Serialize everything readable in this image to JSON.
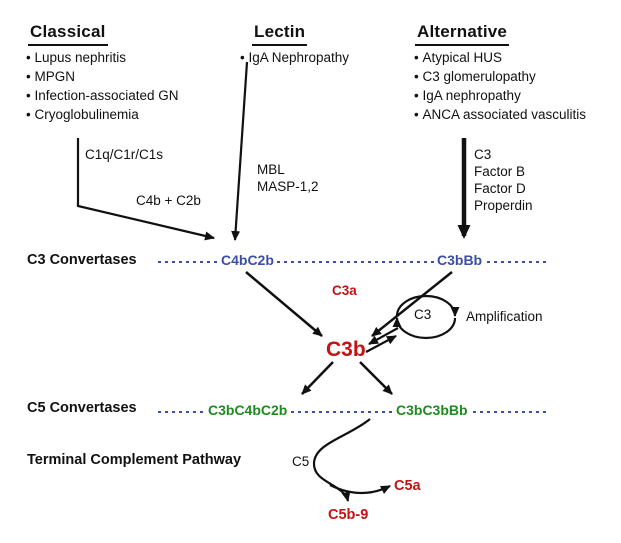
{
  "columns": {
    "classical": {
      "title": "Classical",
      "items": [
        "Lupus nephritis",
        "MPGN",
        "Infection-associated GN",
        "Cryoglobulinemia"
      ],
      "initiator": "C1q/C1r/C1s",
      "product": "C4b + C2b"
    },
    "lectin": {
      "title": "Lectin",
      "items": [
        "IgA Nephropathy"
      ],
      "mediators": [
        "MBL",
        "MASP-1,2"
      ]
    },
    "alternative": {
      "title": "Alternative",
      "items": [
        "Atypical HUS",
        "C3 glomerulopathy",
        "IgA nephropathy",
        "ANCA associated vasculitis"
      ],
      "factors": [
        "C3",
        "Factor B",
        "Factor D",
        "Properdin"
      ]
    }
  },
  "c3_convertases": {
    "label": "C3 Convertases",
    "classical_lectin": "C4bC2b",
    "alternative": "C3bBb"
  },
  "amplification": {
    "c3a": "C3a",
    "c3": "C3",
    "label": "Amplification"
  },
  "central": {
    "c3b": "C3b"
  },
  "c5_convertases": {
    "label": "C5 Convertases",
    "classical_lectin": "C3bC4bC2b",
    "alternative": "C3bC3bBb"
  },
  "terminal": {
    "label": "Terminal Complement Pathway",
    "substrate": "C5",
    "anaphylatoxin": "C5a",
    "mac": "C5b-9"
  },
  "colors": {
    "blue": "#3b4fa5",
    "red": "#c11414",
    "green": "#1f8a1f",
    "ink": "#111111"
  }
}
